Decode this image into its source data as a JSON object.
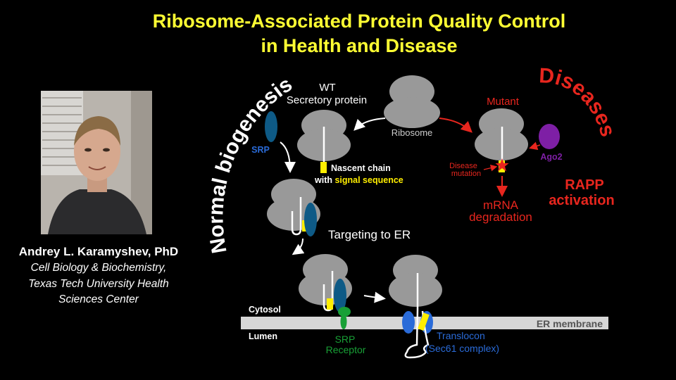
{
  "title": {
    "line1": "Ribosome-Associated Protein Quality Control",
    "line2": "in Health and Disease"
  },
  "presenter": {
    "name": "Andrey L. Karamyshev, PhD",
    "affiliation_line1": "Cell Biology & Biochemistry,",
    "affiliation_line2": "Texas Tech University Health",
    "affiliation_line3": "Sciences Center"
  },
  "diagram": {
    "normal_biogenesis": "Normal biogenesis",
    "diseases": "Diseases",
    "wt": "WT",
    "secretory_protein": "Secretory protein",
    "ribosome": "Ribosome",
    "mutant": "Mutant",
    "srp": "SRP",
    "ago2": "Ago2",
    "nascent_chain": "Nascent chain",
    "with": "with ",
    "signal_sequence": "signal sequence",
    "disease_mutation_1": "Disease",
    "disease_mutation_2": "mutation",
    "rapp_1": "RAPP",
    "rapp_2": "activation",
    "mrna_1": "mRNA",
    "mrna_2": "degradation",
    "targeting": "Targeting to ER",
    "cytosol": "Cytosol",
    "lumen": "Lumen",
    "er_membrane": "ER membrane",
    "srp_receptor_1": "SRP",
    "srp_receptor_2": "Receptor",
    "translocon_1": "Translocon",
    "translocon_2": "(Sec61 complex)"
  },
  "colors": {
    "title": "#ffff33",
    "disease": "#e8261e",
    "ribosome": "#999999",
    "srp": "#0e5a86",
    "signal": "#ffee00",
    "receptor": "#18a036",
    "translocon": "#2a6bd8",
    "ago2": "#7e1fa5",
    "membrane": "#d6d6d6"
  }
}
